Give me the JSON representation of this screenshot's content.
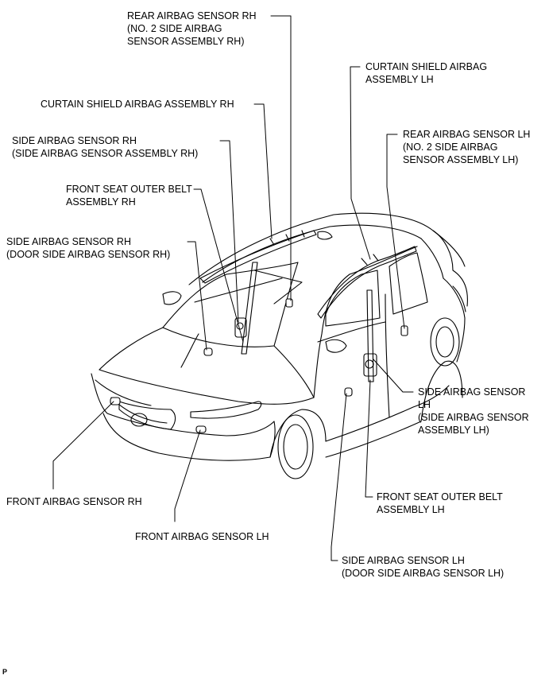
{
  "labels": {
    "rear_rh": [
      "REAR AIRBAG SENSOR RH",
      "(NO. 2 SIDE AIRBAG",
      "SENSOR ASSEMBLY RH)"
    ],
    "curtain_rh": [
      "CURTAIN SHIELD AIRBAG ASSEMBLY RH"
    ],
    "side_sensor_rh": [
      "SIDE AIRBAG SENSOR RH",
      "(SIDE AIRBAG SENSOR ASSEMBLY RH)"
    ],
    "belt_rh": [
      "FRONT SEAT OUTER BELT",
      "ASSEMBLY RH"
    ],
    "door_sensor_rh": [
      "SIDE AIRBAG SENSOR  RH",
      "(DOOR SIDE AIRBAG SENSOR RH)"
    ],
    "curtain_lh": [
      "CURTAIN SHIELD AIRBAG",
      "ASSEMBLY  LH"
    ],
    "rear_lh": [
      "REAR AIRBAG SENSOR LH",
      "(NO. 2 SIDE AIRBAG",
      "SENSOR ASSEMBLY LH)"
    ],
    "side_sensor_lh": [
      "SIDE AIRBAG SENSOR",
      "LH",
      "(SIDE AIRBAG SENSOR",
      "ASSEMBLY LH)"
    ],
    "front_rh": [
      "FRONT AIRBAG SENSOR  RH"
    ],
    "front_lh": [
      "FRONT AIRBAG SENSOR  LH"
    ],
    "belt_lh": [
      "FRONT SEAT OUTER BELT",
      "ASSEMBLY LH"
    ],
    "door_sensor_lh": [
      "SIDE AIRBAG SENSOR LH",
      "(DOOR SIDE AIRBAG SENSOR LH)"
    ]
  },
  "corner_mark": "P"
}
